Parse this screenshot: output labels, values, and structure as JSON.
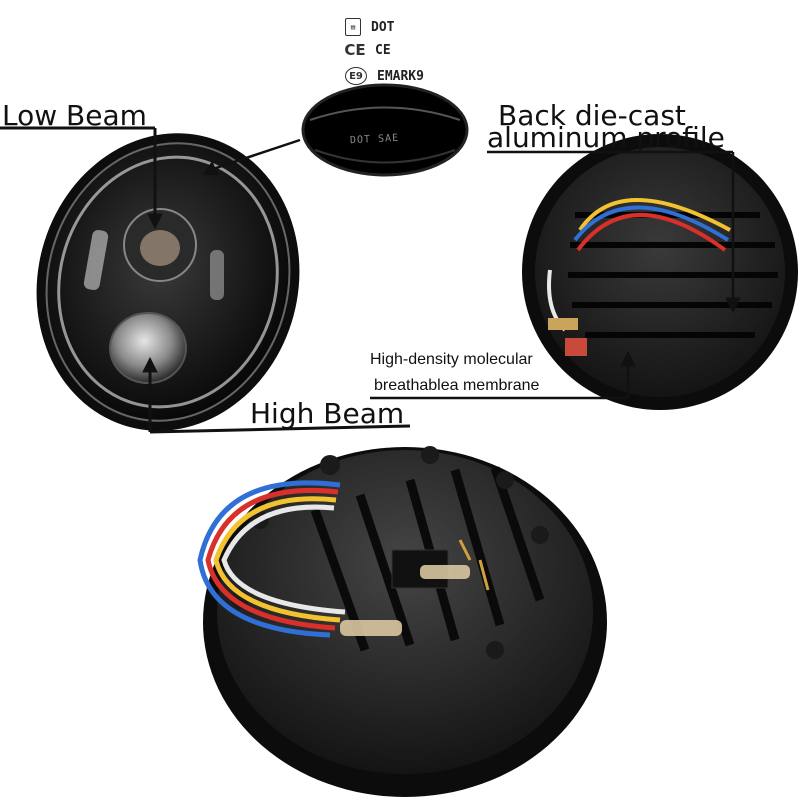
{
  "certifications": [
    {
      "icon": "document-icon",
      "label": "DOT"
    },
    {
      "icon": "ce-mark-icon",
      "label": "CE"
    },
    {
      "icon": "e9-mark-icon",
      "label": "EMARK9"
    }
  ],
  "stamp": {
    "text": "DOT SAE"
  },
  "labels": {
    "low_beam": "Low Beam",
    "high_beam": "High Beam",
    "back_line1": "Back die-cast",
    "back_line2": "aluminum profile",
    "membrane_line1": "High-density molecular",
    "membrane_line2": "breathablea membrane"
  },
  "colors": {
    "housing": "#1a1a1a",
    "annotation": "#111111",
    "wire_blue": "#2f6fd6",
    "wire_red": "#d8302a",
    "wire_yellow": "#f2c230",
    "wire_white": "#e8e8e8"
  }
}
